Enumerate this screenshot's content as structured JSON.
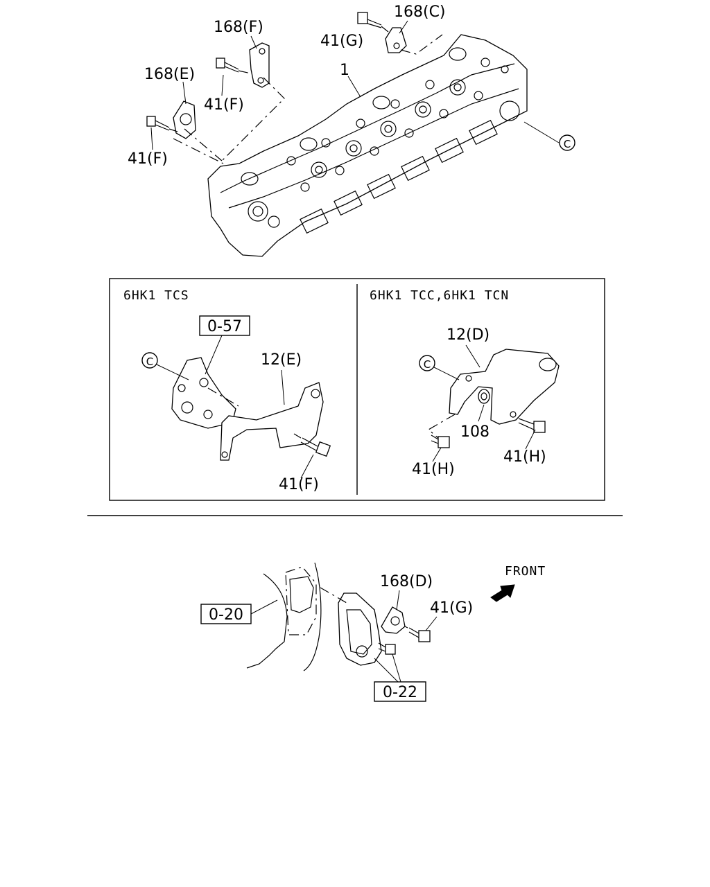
{
  "top": {
    "labels": {
      "p168f": "168(F)",
      "p168c": "168(C)",
      "p41g_top": "41(G)",
      "p168e": "168(E)",
      "p41f_a": "41(F)",
      "p41f_b": "41(F)",
      "p1": "1",
      "refC": "C"
    }
  },
  "panel_left": {
    "header": "6HK1  TCS",
    "box_ref": "0-57",
    "p12e": "12(E)",
    "refC": "C",
    "p41f": "41(F)"
  },
  "panel_right": {
    "header": "6HK1  TCC,6HK1  TCN",
    "p12d": "12(D)",
    "refC": "C",
    "p108": "108",
    "p41h_a": "41(H)",
    "p41h_b": "41(H)"
  },
  "bottom": {
    "box_ref_a": "0-20",
    "box_ref_b": "0-22",
    "p168d": "168(D)",
    "p41g": "41(G)",
    "front": "FRONT"
  }
}
